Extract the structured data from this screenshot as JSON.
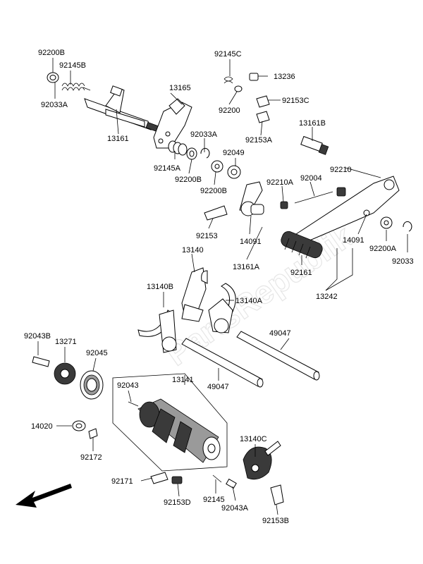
{
  "watermark": "PartsRepublik",
  "labels": {
    "p92200B_top": "92200B",
    "p92145B": "92145B",
    "p92033A_top": "92033A",
    "p13161": "13161",
    "p13165": "13165",
    "p92145C": "92145C",
    "p13236": "13236",
    "p92200": "92200",
    "p92153C": "92153C",
    "p92153A": "92153A",
    "p13161B": "13161B",
    "p92033A_mid": "92033A",
    "p92049": "92049",
    "p92145A": "92145A",
    "p92200B_mid": "92200B",
    "p92200B_low": "92200B",
    "p92210A": "92210A",
    "p92004": "92004",
    "p92210": "92210",
    "p92153": "92153",
    "p14091_a": "14091",
    "p14091_b": "14091",
    "p13161A": "13161A",
    "p13140": "13140",
    "p92161": "92161",
    "p92200A": "92200A",
    "p92033": "92033",
    "p13140B": "13140B",
    "p13140A": "13140A",
    "p13242": "13242",
    "p49047_a": "49047",
    "p49047_b": "49047",
    "p92043B": "92043B",
    "p13271": "13271",
    "p92045": "92045",
    "p92043": "92043",
    "p13141": "13141",
    "p14020": "14020",
    "p92172": "92172",
    "p13140C": "13140C",
    "p92171": "92171",
    "p92153D": "92153D",
    "p92145": "92145",
    "p92043A": "92043A",
    "p92153B": "92153B"
  }
}
